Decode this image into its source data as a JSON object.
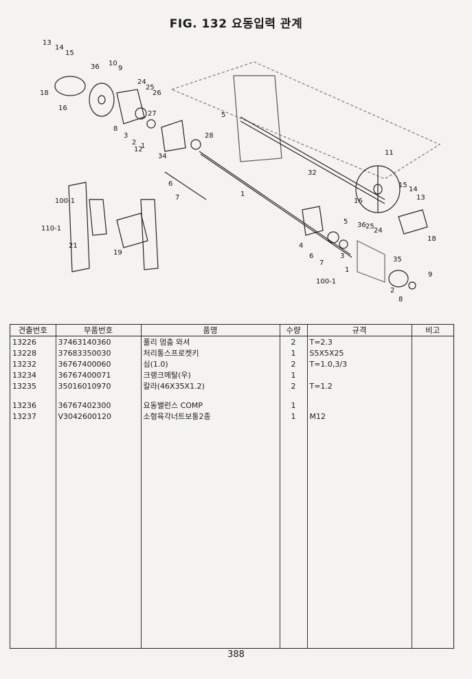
{
  "title": "FIG. 132 요동입력 관계",
  "page_number": "388",
  "table": {
    "headers": [
      "견출번호",
      "부품번호",
      "품명",
      "수량",
      "규격",
      "비고"
    ],
    "rows": [
      {
        "ref": "13226",
        "part": "37463140360",
        "name": "풀리 멈춤 와셔",
        "qty": "2",
        "spec": "T=2.3",
        "note": ""
      },
      {
        "ref": "13228",
        "part": "37683350030",
        "name": "처리통스프로켓키",
        "qty": "1",
        "spec": "S5X5X25",
        "note": ""
      },
      {
        "ref": "13232",
        "part": "36767400060",
        "name": "심(1.0)",
        "qty": "2",
        "spec": "T=1.0,3/3",
        "note": ""
      },
      {
        "ref": "13234",
        "part": "36767400071",
        "name": "크랭크메탈(우)",
        "qty": "1",
        "spec": "",
        "note": ""
      },
      {
        "ref": "13235",
        "part": "35016010970",
        "name": "칼라(46X35X1.2)",
        "qty": "2",
        "spec": "T=1.2",
        "note": ""
      },
      {
        "ref": "",
        "part": "",
        "name": "",
        "qty": "",
        "spec": "",
        "note": ""
      },
      {
        "ref": "13236",
        "part": "36767402300",
        "name": "요동밸런스 COMP",
        "qty": "1",
        "spec": "",
        "note": ""
      },
      {
        "ref": "13237",
        "part": "V3042600120",
        "name": "소형육각너트보통2종",
        "qty": "1",
        "spec": "M12",
        "note": ""
      }
    ]
  },
  "diagram_labels": [
    "13",
    "14",
    "15",
    "18",
    "16",
    "36",
    "10",
    "9",
    "24",
    "25",
    "26",
    "27",
    "8",
    "3",
    "2",
    "1",
    "12",
    "5",
    "28",
    "34",
    "7",
    "6",
    "1",
    "11",
    "15",
    "14",
    "13",
    "16",
    "18",
    "32",
    "5",
    "36",
    "25",
    "24",
    "4",
    "6",
    "7",
    "3",
    "1",
    "35",
    "2",
    "8",
    "100-1",
    "110-1",
    "21",
    "19",
    "9",
    "100-1",
    "1"
  ]
}
